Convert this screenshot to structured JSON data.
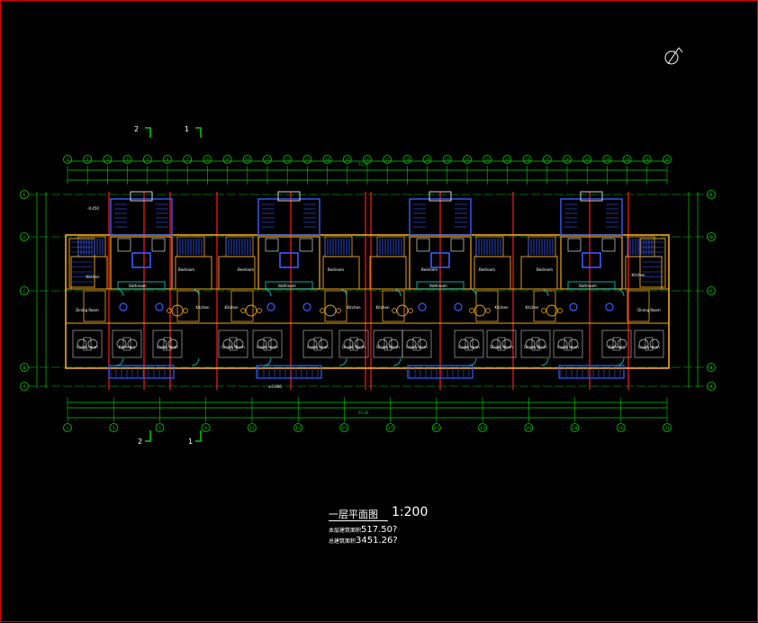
{
  "drawing": {
    "title": "一层平面图",
    "scale": "1:200",
    "area_1": {
      "label": "本层建筑面积",
      "value": "517.50?"
    },
    "area_2": {
      "label": "总建筑面积",
      "value": "3451.26?"
    },
    "section_marks": [
      "2",
      "1",
      "2",
      "1"
    ],
    "overall_dimension": "55.00",
    "col_labels_top": [
      "1",
      "2",
      "3",
      "4",
      "5",
      "6",
      "7",
      "8",
      "9",
      "10",
      "11",
      "12",
      "13",
      "14",
      "15",
      "16",
      "17",
      "18",
      "19",
      "20",
      "21",
      "22",
      "23",
      "24",
      "25",
      "26",
      "27",
      "28",
      "29",
      "30",
      "31"
    ],
    "col_labels_bottom": [
      "1",
      "3",
      "5",
      "8",
      "11",
      "13",
      "15",
      "17",
      "21",
      "23",
      "25",
      "28",
      "30",
      "31"
    ],
    "row_labels": [
      "E",
      "D",
      "C",
      "B",
      "A"
    ],
    "elevations": [
      "-0.450",
      "±0.000"
    ],
    "room_labels": [
      "Living room",
      "Bedroom",
      "Dining Room",
      "Kitchen",
      "Bathroom"
    ]
  },
  "colors": {
    "wall": "#f2a81e",
    "grid": "#00d000",
    "axis_red": "#ff1a1a",
    "window": "#3a5cff",
    "furniture": "#c8c8c8",
    "door": "#00d8d8"
  }
}
